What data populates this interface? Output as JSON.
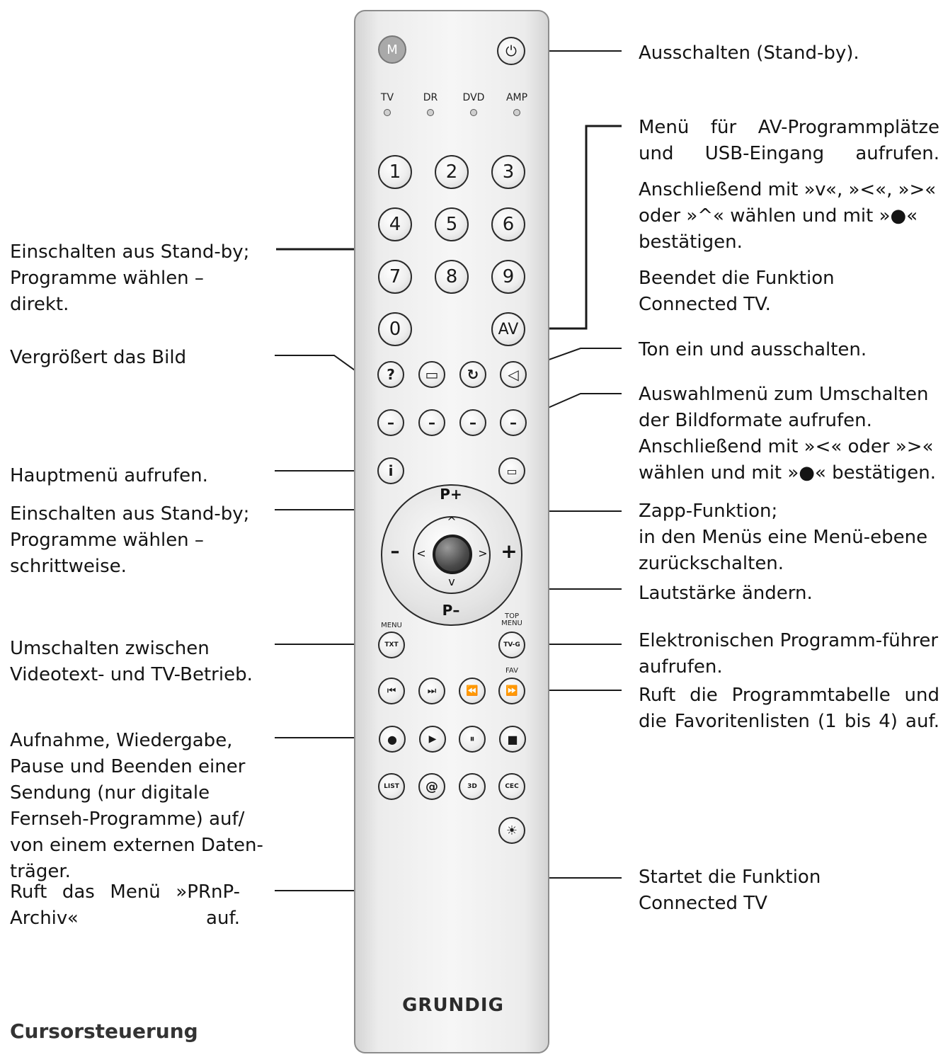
{
  "labels_right": {
    "standby": "Ausschalten (Stand-by).",
    "av_menu": "Menü für AV-Programmplätze\nund USB-Eingang aufrufen.",
    "av_select": "Anschließend mit »v«, »<«, »>«\noder »^« wählen und mit »●«\nbestätigen.",
    "connected_end": "Beendet die Funktion\nConnected TV.",
    "mute": "Ton ein und ausschalten.",
    "picture_format": "Auswahlmenü zum Umschalten\nder Bildformate aufrufen.\nAnschließend mit »<« oder »>«\nwählen und mit »●« bestätigen.",
    "zapp": " Zapp-Funktion;\nin den Menüs eine Menü-ebene\nzurückschalten.",
    "volume": "Lautstärke ändern.",
    "epg": "Elektronischen Programm-führer\naufrufen.",
    "program_table": "Ruft die Programmtabelle und\ndie Favoritenlisten (1 bis 4) auf.",
    "connected_start": "Startet die Funktion\nConnected TV"
  },
  "labels_left": {
    "direct": "Einschalten aus Stand-by;\nProgramme wählen –\ndirekt.",
    "zoom": "Vergrößert das Bild",
    "main_menu": "Hauptmenü aufrufen.",
    "stepwise": " Einschalten aus Stand-by;\nProgramme wählen –\nschrittweise.",
    "teletext": " Umschalten zwischen\nVideotext- und TV-Betrieb.",
    "recording": "Aufnahme, Wiedergabe,\nPause und Beenden einer\nSendung (nur digitale\nFernseh-Programme) auf/\nvon einem externen Daten-\nträger.",
    "prnp": "Ruft das Menü »PRnP-\nArchiv« auf."
  },
  "heading": "Cursorsteuerung",
  "remote": {
    "brand": "GRUNDIG",
    "top_buttons": {
      "m": "M",
      "power": "⏻"
    },
    "source_leds": [
      "TV",
      "DR",
      "DVD",
      "AMP"
    ],
    "digits": [
      "1",
      "2",
      "3",
      "4",
      "5",
      "6",
      "7",
      "8",
      "9",
      "0"
    ],
    "av": "AV",
    "func_row": [
      "?",
      "▭",
      "↻",
      "◁"
    ],
    "minus": "–",
    "info": "i",
    "nav": {
      "p_plus": "P+",
      "p_minus": "P–",
      "vol_minus": "–",
      "vol_plus": "+",
      "up": "^",
      "down": "v",
      "left": "<",
      "right": ">"
    },
    "caption_menu": "MENU",
    "caption_top_menu": "TOP\nMENU",
    "caption_fav": "FAV",
    "txt": "TXT",
    "tvg": "TV-G",
    "transport1": [
      "⏮",
      "⏭",
      "⏪",
      "⏩"
    ],
    "transport2": [
      "●",
      "▶",
      "⏸",
      "■"
    ],
    "bottom": [
      "LIST",
      "@",
      "3D",
      "CEC"
    ],
    "light": "☀"
  },
  "colors": {
    "remote_body": "#eeeeee",
    "outline": "#2a2a2a",
    "text": "#141414"
  }
}
